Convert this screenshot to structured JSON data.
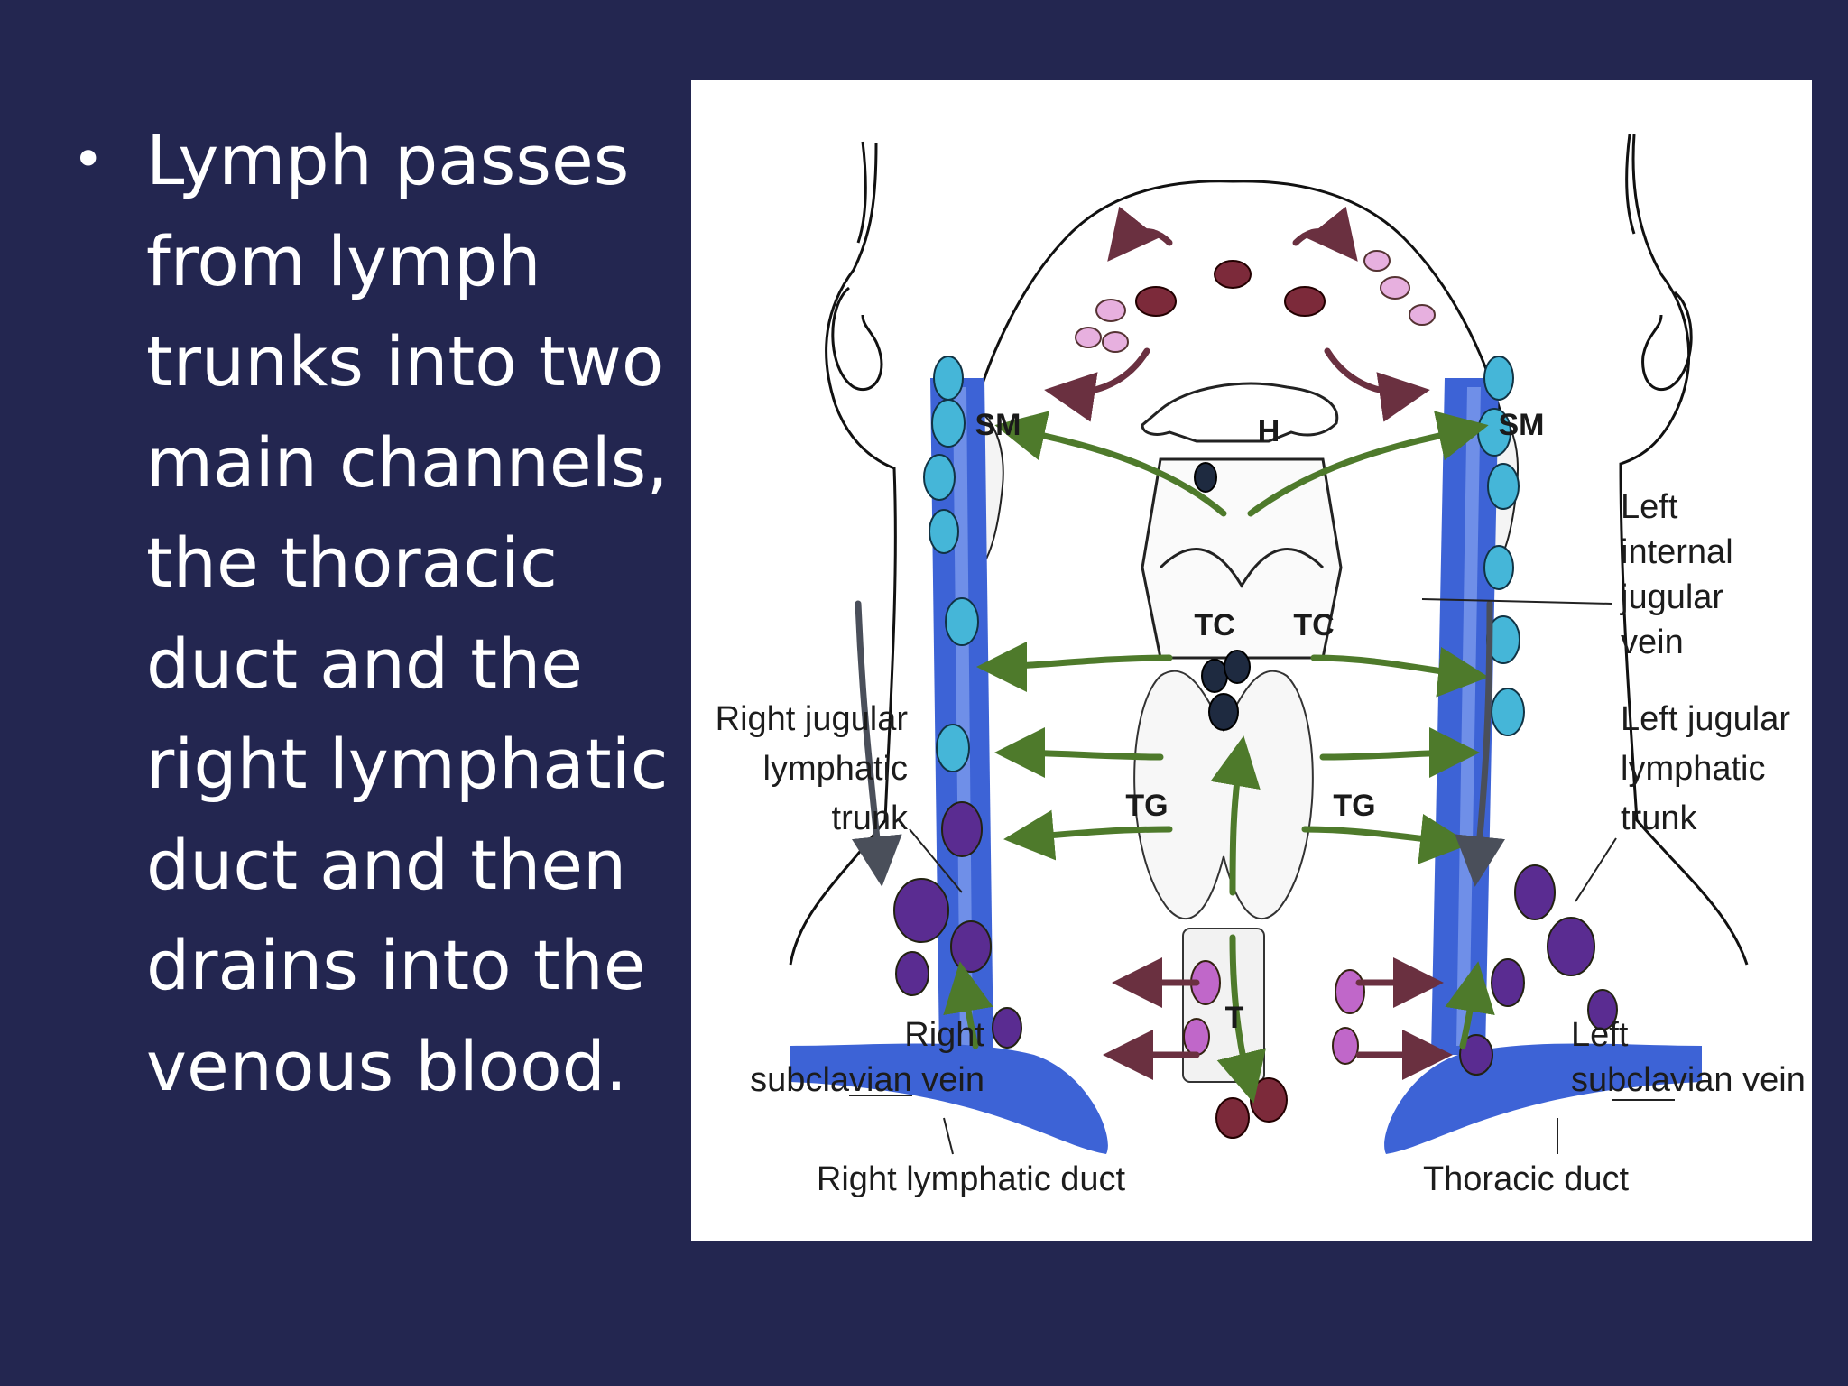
{
  "slide": {
    "bullet_lines": [
      "Lymph passes",
      "from lymph",
      "trunks into two",
      "main channels,",
      "the thoracic",
      "duct and the",
      "right lymphatic",
      "duct and then",
      "drains into the",
      "venous blood."
    ],
    "bullet_symbol": "•"
  },
  "figure": {
    "inner_labels": {
      "h": "H",
      "sm_left": "SM",
      "sm_right": "SM",
      "tc_left": "TC",
      "tc_right": "TC",
      "tg_left": "TG",
      "tg_right": "TG",
      "t": "T"
    },
    "labels": {
      "right_jugular_trunk": [
        "Right jugular",
        "lymphatic",
        "trunk"
      ],
      "left_internal_jugular": [
        "Left",
        "internal",
        "jugular",
        "vein"
      ],
      "left_jugular_trunk": [
        "Left jugular",
        "lymphatic",
        "trunk"
      ],
      "right_subclavian": [
        "Right",
        "subclavian vein"
      ],
      "left_subclavian": [
        "Left",
        "subclavian vein"
      ],
      "right_lymphatic_duct": "Right lymphatic duct",
      "thoracic_duct": "Thoracic duct"
    },
    "colors": {
      "vein": "#3d63d6",
      "vein_light": "#6f8fe8",
      "node_cyan": "#45b6d8",
      "node_purple": "#5a2c91",
      "node_pink": "#e7b0df",
      "node_maroon": "#7c2a3a",
      "node_magenta": "#c067c9",
      "arrow_green": "#4e7a2b",
      "arrow_maroon": "#6a3040"
    }
  }
}
